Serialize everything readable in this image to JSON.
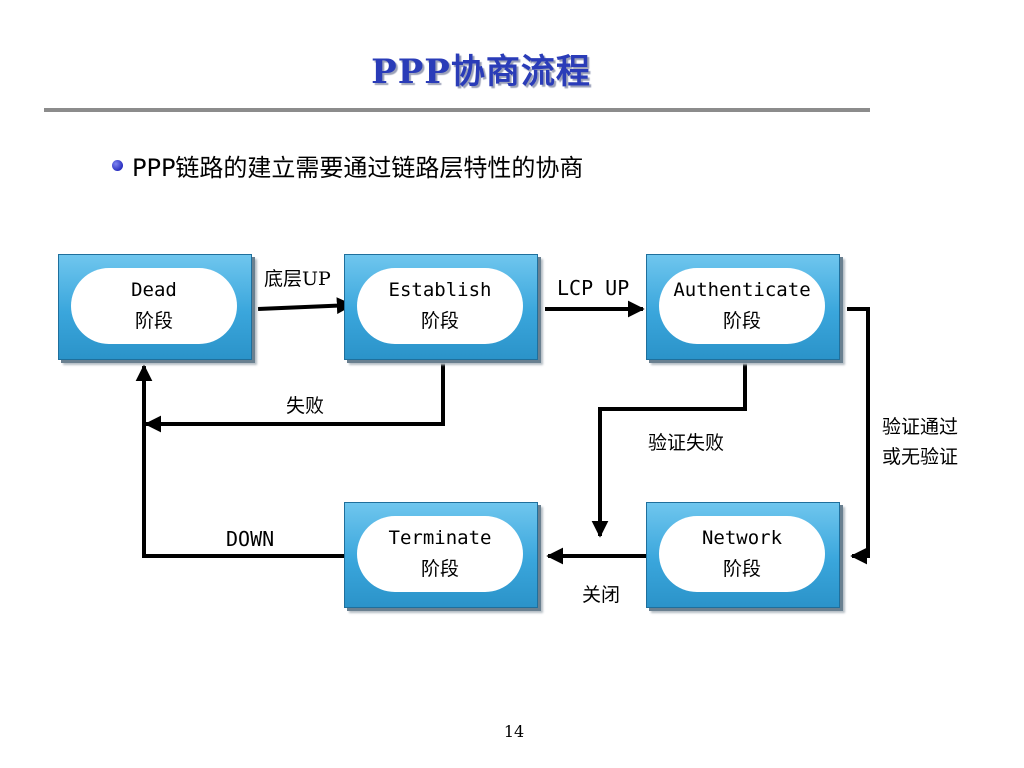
{
  "slide": {
    "title": "PPP协商流程",
    "bullet": "PPP链路的建立需要通过链路层特性的协商",
    "page_number": "14"
  },
  "phases": {
    "dead": {
      "name": "Dead",
      "suffix": "阶段"
    },
    "establish": {
      "name": "Establish",
      "suffix": "阶段"
    },
    "authenticate": {
      "name": "Authenticate",
      "suffix": "阶段"
    },
    "terminate": {
      "name": "Terminate",
      "suffix": "阶段"
    },
    "network": {
      "name": "Network",
      "suffix": "阶段"
    }
  },
  "transitions": {
    "dead_to_establish": "底层UP",
    "establish_to_auth": "LCP UP",
    "establish_fail": "失败",
    "auth_fail": "验证失败",
    "auth_pass_line1": "验证通过",
    "auth_pass_line2": "或无验证",
    "network_close": "关闭",
    "down": "DOWN"
  },
  "colors": {
    "title": "#2a3cb8",
    "box_fill": "#3aa6dc",
    "arrow": "#000000"
  }
}
